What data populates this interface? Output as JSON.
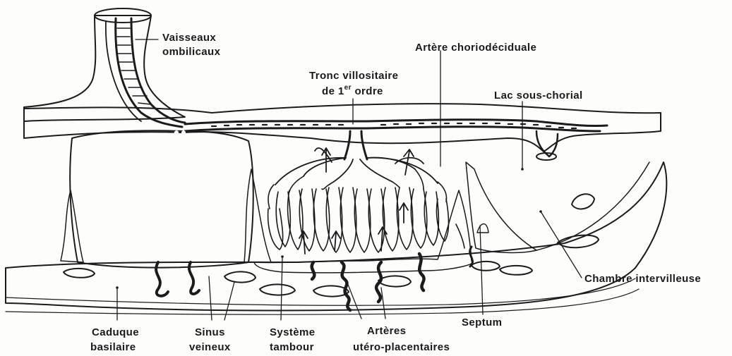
{
  "labels": {
    "vaisseaux": "Vaisseaux",
    "ombilicaux": "ombilicaux",
    "artere_chorio": "Artère choriodéciduale",
    "tronc_line1": "Tronc villositaire",
    "tronc_de": "de 1",
    "tronc_sup": "er",
    "tronc_ordre": " ordre",
    "lac": "Lac sous-chorial",
    "chambre": "Chambre intervilleuse",
    "septum": "Septum",
    "caduque_line1": "Caduque",
    "caduque_line2": "basilaire",
    "sinus_line1": "Sinus",
    "sinus_line2": "veineux",
    "systeme_line1": "Système",
    "systeme_line2": "tambour",
    "arteres_line1": "Artères",
    "arteres_line2": "utéro-placentaires"
  },
  "colors": {
    "ink": "#1b1b1b",
    "paper": "#fdfdfc",
    "cotyledon": "#232323",
    "stipple": "#ece9e2"
  }
}
